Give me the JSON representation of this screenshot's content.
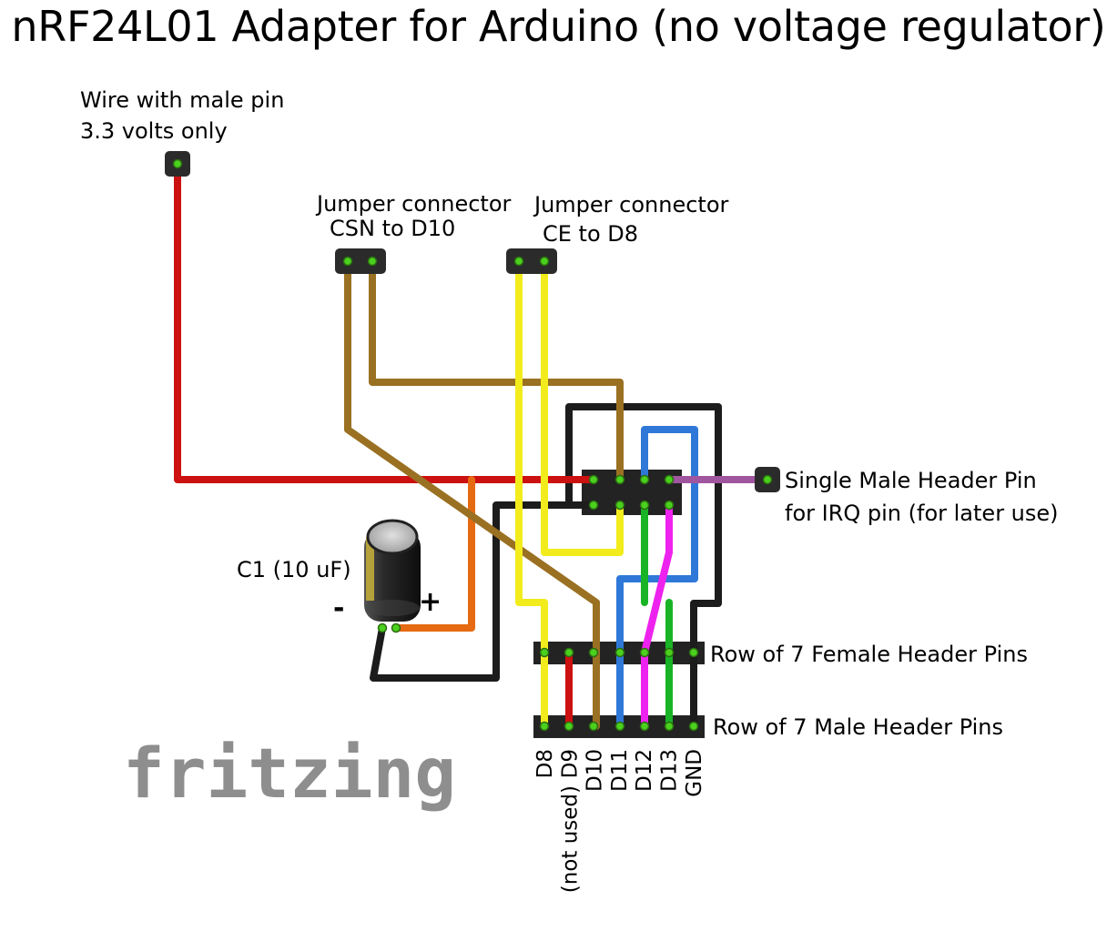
{
  "title": "nRF24L01 Adapter for Arduino (no voltage regulator)",
  "labels": {
    "wire_line1": "Wire with male pin",
    "wire_line2": "3.3 volts only",
    "jumper_csn_line1": "Jumper connector",
    "jumper_csn_line2": "CSN to D10",
    "jumper_ce_line1": "Jumper connector",
    "jumper_ce_line2": "CE to D8",
    "irq_line1": "Single Male Header Pin",
    "irq_line2": "for IRQ pin (for later use)",
    "capacitor": "C1 (10 uF)",
    "cap_minus": "-",
    "cap_plus": "+",
    "female_row": "Row of 7 Female Header Pins",
    "male_row": "Row of 7 Male Header Pins"
  },
  "pins": [
    "D8",
    "D9",
    "D10",
    "D11",
    "D12",
    "D13",
    "GND"
  ],
  "pin_note": "(not used)",
  "logo": "fritzing",
  "wire_colors": {
    "power": "#cc1111",
    "csn": "#9a7022",
    "ce": "#f2ec1c",
    "ground": "#1c1c1c",
    "orange": "#e56a12",
    "blue": "#2f78d8",
    "green": "#19b326",
    "magenta": "#ee22ee",
    "irq": "#a0559f"
  }
}
